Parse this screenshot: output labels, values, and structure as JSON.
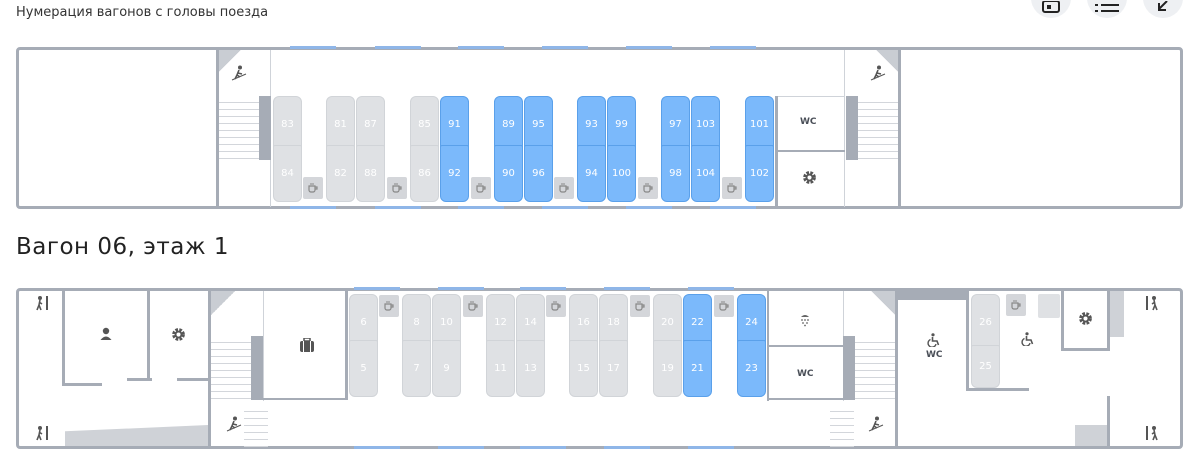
{
  "header": {
    "numbering_hint": "Нумерация вагонов с головы поезда",
    "buttons": [
      {
        "icon": "seat-map-icon"
      },
      {
        "icon": "list-icon"
      },
      {
        "icon": "collapse-arrow-icon"
      }
    ]
  },
  "floor2": {
    "wc_label": "WC",
    "top_row": [
      {
        "num": "83",
        "status": "free"
      },
      {
        "num": "81",
        "status": "free"
      },
      {
        "num": "87",
        "status": "free"
      },
      {
        "num": "85",
        "status": "free"
      },
      {
        "num": "91",
        "status": "available"
      },
      {
        "num": "89",
        "status": "available"
      },
      {
        "num": "95",
        "status": "available"
      },
      {
        "num": "93",
        "status": "available"
      },
      {
        "num": "99",
        "status": "available"
      },
      {
        "num": "97",
        "status": "available"
      },
      {
        "num": "103",
        "status": "available"
      },
      {
        "num": "101",
        "status": "available"
      }
    ],
    "bottom_row": [
      {
        "num": "84",
        "status": "free"
      },
      {
        "num": "82",
        "status": "free"
      },
      {
        "num": "88",
        "status": "free"
      },
      {
        "num": "86",
        "status": "free"
      },
      {
        "num": "92",
        "status": "available"
      },
      {
        "num": "90",
        "status": "available"
      },
      {
        "num": "96",
        "status": "available"
      },
      {
        "num": "94",
        "status": "available"
      },
      {
        "num": "100",
        "status": "available"
      },
      {
        "num": "98",
        "status": "available"
      },
      {
        "num": "104",
        "status": "available"
      },
      {
        "num": "102",
        "status": "available"
      }
    ]
  },
  "car_heading": "Вагон 06, этаж 1",
  "floor1": {
    "wc_label": "WC",
    "wc_accessible_label": "WC",
    "top_row": [
      {
        "num": "6",
        "status": "free"
      },
      {
        "num": "8",
        "status": "free"
      },
      {
        "num": "10",
        "status": "free"
      },
      {
        "num": "12",
        "status": "free"
      },
      {
        "num": "14",
        "status": "free"
      },
      {
        "num": "16",
        "status": "free"
      },
      {
        "num": "18",
        "status": "free"
      },
      {
        "num": "20",
        "status": "free"
      },
      {
        "num": "22",
        "status": "available"
      },
      {
        "num": "24",
        "status": "available"
      },
      {
        "num": "26",
        "status": "free"
      }
    ],
    "bottom_row": [
      {
        "num": "5",
        "status": "free"
      },
      {
        "num": "7",
        "status": "free"
      },
      {
        "num": "9",
        "status": "free"
      },
      {
        "num": "11",
        "status": "free"
      },
      {
        "num": "13",
        "status": "free"
      },
      {
        "num": "15",
        "status": "free"
      },
      {
        "num": "17",
        "status": "free"
      },
      {
        "num": "19",
        "status": "free"
      },
      {
        "num": "21",
        "status": "available"
      },
      {
        "num": "23",
        "status": "available"
      },
      {
        "num": "25",
        "status": "free"
      }
    ]
  },
  "colors": {
    "seat_available": "#7bb9fb",
    "seat_free": "#dfe1e4",
    "wall": "#a6acb6",
    "window": "#8fb6e8"
  }
}
